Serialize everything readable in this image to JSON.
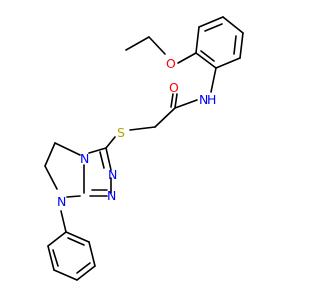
{
  "molecule": {
    "atom_labels": {
      "o_ether": "O",
      "o_carbonyl": "O",
      "n_amide": "N",
      "h_amide": "H",
      "s_thio": "S",
      "n_ring_fused": "N",
      "n_triazole_a": "N",
      "n_triazole_b": "N",
      "n_phenyl": "N"
    },
    "colors": {
      "oxygen": "#ff0000",
      "nitrogen": "#0000ff",
      "sulfur": "#b8a200",
      "bond": "#000000"
    }
  }
}
